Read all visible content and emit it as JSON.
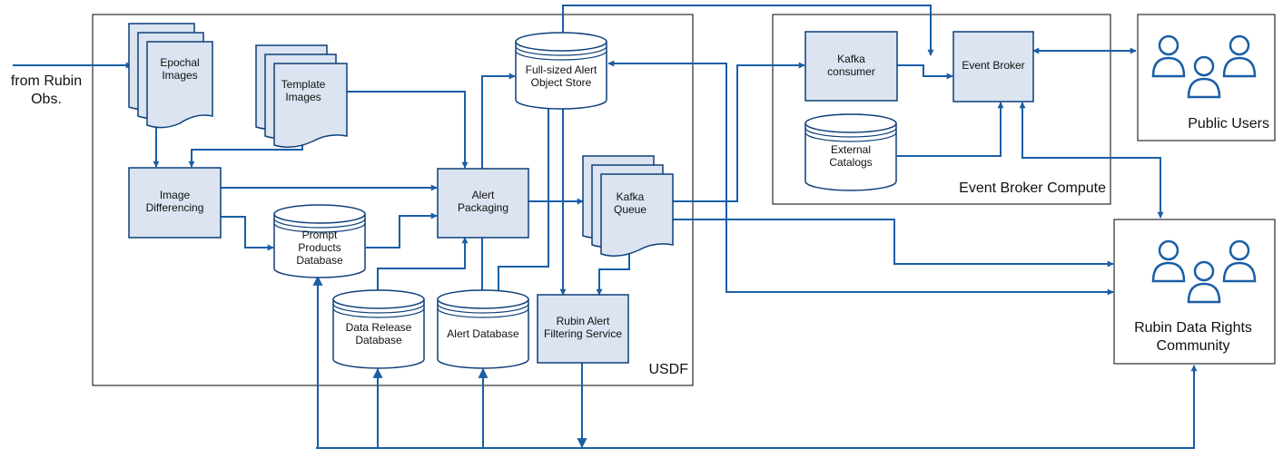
{
  "source_label": "from Rubin Obs.",
  "regions": {
    "usdf": "USDF",
    "event_broker_compute": "Event Broker Compute"
  },
  "nodes": {
    "epochal_images": "Epochal Images",
    "template_images": "Template Images",
    "image_differencing": "Image Differencing",
    "prompt_products_db": "Prompt Products Database",
    "alert_packaging": "Alert Packaging",
    "object_store": "Full-sized Alert Object Store",
    "kafka_queue": "Kafka Queue",
    "data_release_db": "Data Release Database",
    "alert_database": "Alert Database",
    "filtering_service": "Rubin Alert Filtering Service",
    "kafka_consumer": "Kafka consumer",
    "event_broker": "Event Broker",
    "external_catalogs": "External Catalogs"
  },
  "users": {
    "public": "Public Users",
    "community": "Rubin Data Rights Community"
  },
  "icons": {
    "document_stack": "document-stack-icon",
    "database": "database-icon",
    "users": "users-group-icon"
  },
  "colors": {
    "node_fill": "#dbe4f0",
    "node_stroke": "#0d3f7a",
    "arrow": "#1a5ea6"
  }
}
